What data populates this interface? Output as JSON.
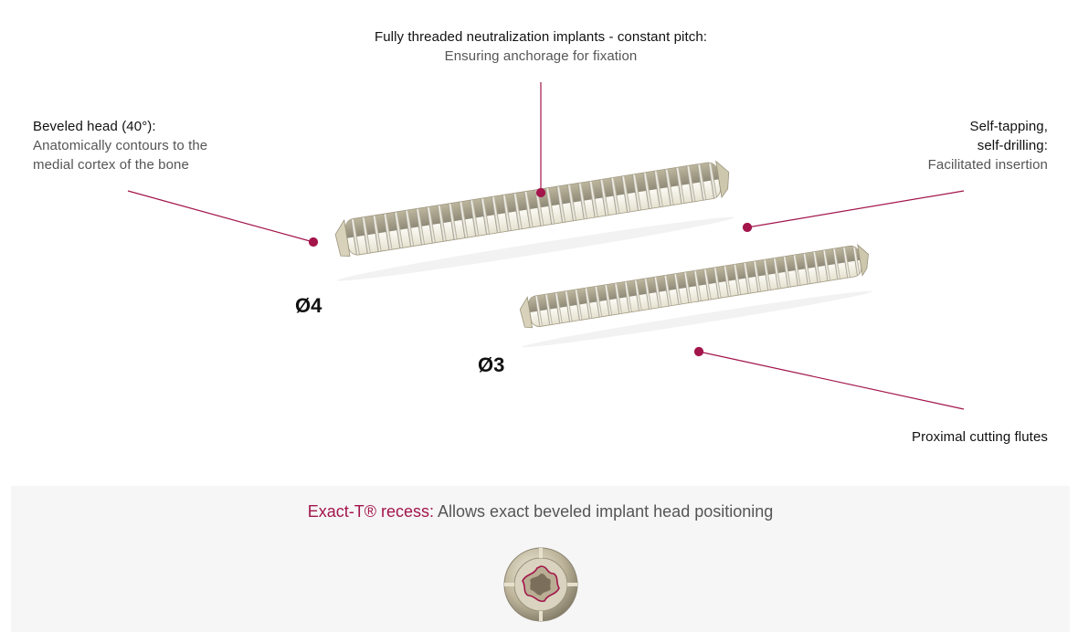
{
  "callouts": {
    "top": {
      "title": "Fully threaded neutralization implants - constant pitch:",
      "desc": "Ensuring anchorage for fixation"
    },
    "left": {
      "title": "Beveled head (40°):",
      "desc1": "Anatomically contours to the",
      "desc2": "medial cortex of the bone"
    },
    "right": {
      "title1": "Self-tapping,",
      "title2": "self-drilling:",
      "desc": "Facilitated insertion"
    },
    "bottom": {
      "title": "Proximal cutting flutes"
    }
  },
  "diameters": {
    "large": "Ø4",
    "small": "Ø3"
  },
  "panel": {
    "accent_label": "Exact-T® recess:",
    "text": " Allows exact beveled implant head positioning"
  },
  "colors": {
    "accent": "#a3154b",
    "leader": "#a3154b",
    "panel_bg": "#f6f6f6"
  },
  "icons": [
    "screw-4mm-image",
    "screw-3mm-image",
    "exact-t-recess-image"
  ]
}
